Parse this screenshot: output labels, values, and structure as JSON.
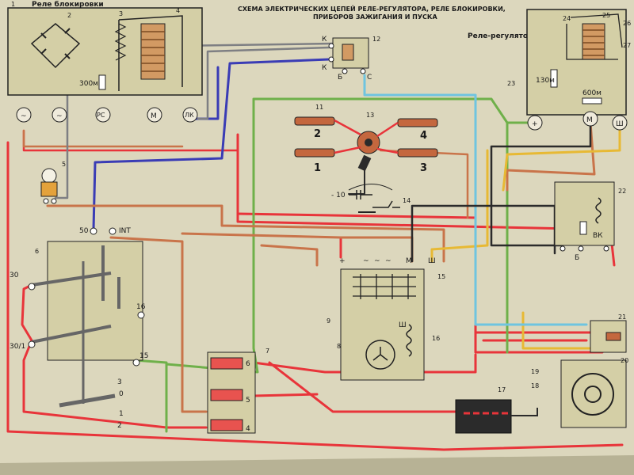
{
  "title": {
    "line1": "СХЕМА ЭЛЕКТРИЧЕСКИХ ЦЕПЕЙ РЕЛЕ-РЕГУЛЯТОРА, РЕЛЕ БЛОКИРОВКИ,",
    "line2": "ПРИБОРОВ ЗАЖИГАНИЯ И ПУСКА"
  },
  "blocks": {
    "lock_relay": "Реле блокировки",
    "regulator": "Реле-регулятор"
  },
  "resistors": {
    "r300": "300м",
    "r130": "130м",
    "r600": "600м"
  },
  "terminals": {
    "tilde1": "~",
    "tilde2": "~",
    "pc": "РС",
    "m1": "М",
    "lk": "ЛК",
    "k_top": "К",
    "k_bottom": "К",
    "b_top": "Б",
    "c_top": "С",
    "plus_reg": "+",
    "m_reg": "М",
    "sh_reg": "Ш",
    "t50": "50",
    "int": "INT",
    "t30a": "30",
    "t30b": "30/1",
    "t16": "16",
    "t15": "15",
    "g_plus": "+",
    "g_t1": "~",
    "g_t2": "~",
    "g_t3": "~",
    "g_m": "М",
    "g_sh": "Ш",
    "g_inner_sh": "Ш",
    "b_relay": "Б",
    "vk_relay": "ВК",
    "minus10": "- 10",
    "pos3": "3",
    "pos0": "0",
    "pos1": "1",
    "pos2": "2"
  },
  "callouts": {
    "n1": "1",
    "n2": "2",
    "n3": "3",
    "n4": "4",
    "n5": "5",
    "n6": "6",
    "n7": "7",
    "n8": "8",
    "n9": "9",
    "n10": "",
    "n11": "11",
    "n12": "12",
    "n13": "13",
    "n14": "14",
    "n15": "15",
    "n16": "16",
    "n17": "17",
    "n18": "18",
    "n19": "19",
    "n20": "20",
    "n21": "21",
    "n22": "22",
    "n23": "23",
    "n24": "24",
    "n25": "25",
    "n26": "26",
    "n27": "27"
  },
  "plugs": {
    "p1": "1",
    "p2": "2",
    "p3": "3",
    "p4": "4"
  },
  "fuses": {
    "f6": "6",
    "f5": "5",
    "f4": "4"
  },
  "colors": {
    "paper": "#dcd7bd",
    "red": "#e8343a",
    "blue": "#3a3cb5",
    "green": "#6fb04a",
    "orange": "#c9744a",
    "yellow": "#e7b934",
    "cyan": "#6fc4e0",
    "grey": "#7e7f83",
    "dark": "#2b2b2b"
  }
}
